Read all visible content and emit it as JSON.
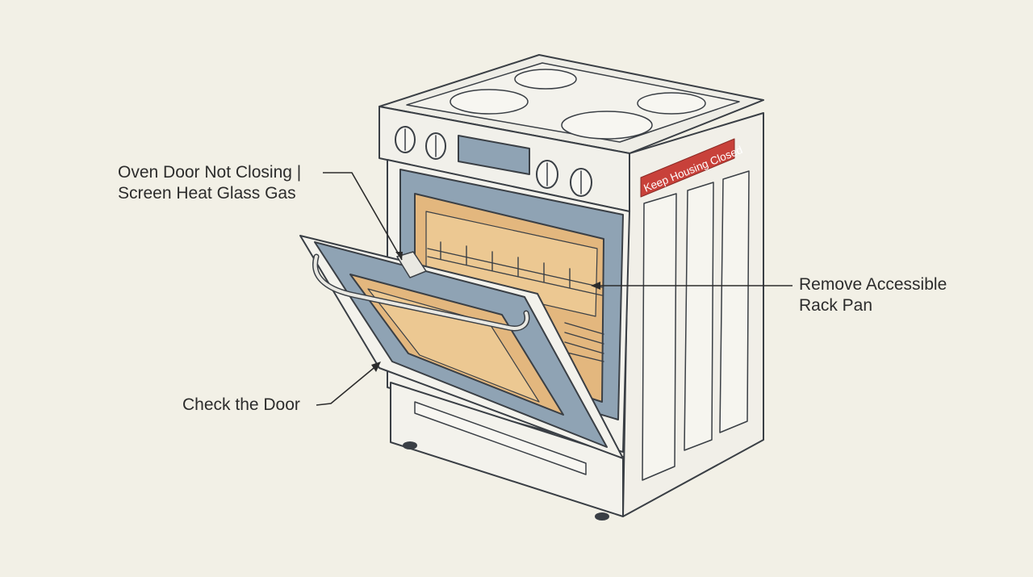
{
  "callouts": {
    "door_not_closing": {
      "line1": "Oven Door Not Closing |",
      "line2": "Screen Heat Glass Gas"
    },
    "remove_rack": {
      "line1": "Remove Accessible",
      "line2": "Rack Pan"
    },
    "check_door": {
      "text": "Check the Door"
    }
  },
  "warning_label": {
    "text": "Keep Housing Closed",
    "color": "#c8413a"
  },
  "colors": {
    "background": "#f2f0e6",
    "outline": "#3a3f45",
    "body": "#f4f3ee",
    "panel_blue": "#8fa3b4",
    "oven_interior": "#e3b77e"
  }
}
